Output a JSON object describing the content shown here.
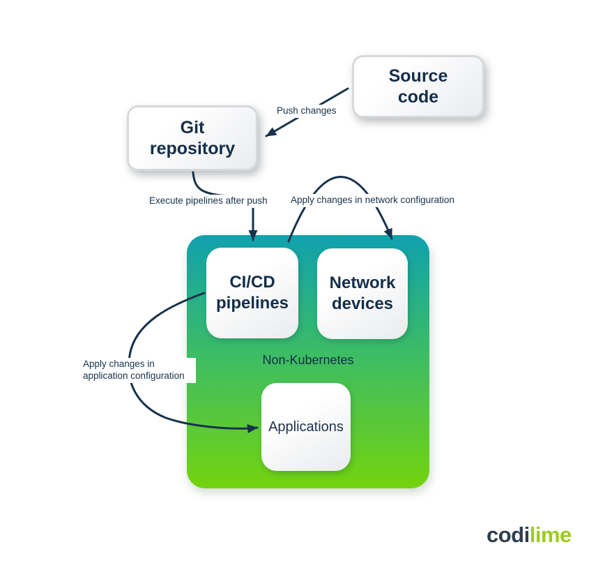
{
  "diagram": {
    "type": "flow-diagram",
    "nodes": {
      "source_code": {
        "label": "Source code"
      },
      "git_repository": {
        "label": "Git repository"
      },
      "cicd_pipelines": {
        "label": "CI/CD pipelines"
      },
      "network_devices": {
        "label": "Network devices"
      },
      "applications": {
        "label": "Applications"
      },
      "container": {
        "label": "Non-Kubernetes"
      }
    },
    "edges": {
      "push_changes": {
        "label": "Push changes",
        "from": "source_code",
        "to": "git_repository"
      },
      "execute_pipelines": {
        "label": "Execute pipelines after push",
        "from": "git_repository",
        "to": "cicd_pipelines"
      },
      "network_config": {
        "label": "Apply changes in network configuration",
        "from": "cicd_pipelines",
        "to": "network_devices"
      },
      "application_config": {
        "label": "Apply changes in application configuration",
        "from": "cicd_pipelines",
        "to": "applications"
      }
    },
    "colors": {
      "arrow_navy": "#16324c",
      "title_navy": "#142e49",
      "container_teal_top": "#10a1ae",
      "container_lime_bottom": "#74d30e",
      "card_background": "#ffffff"
    }
  },
  "logo": {
    "part1": "codi",
    "part2": "lime"
  }
}
